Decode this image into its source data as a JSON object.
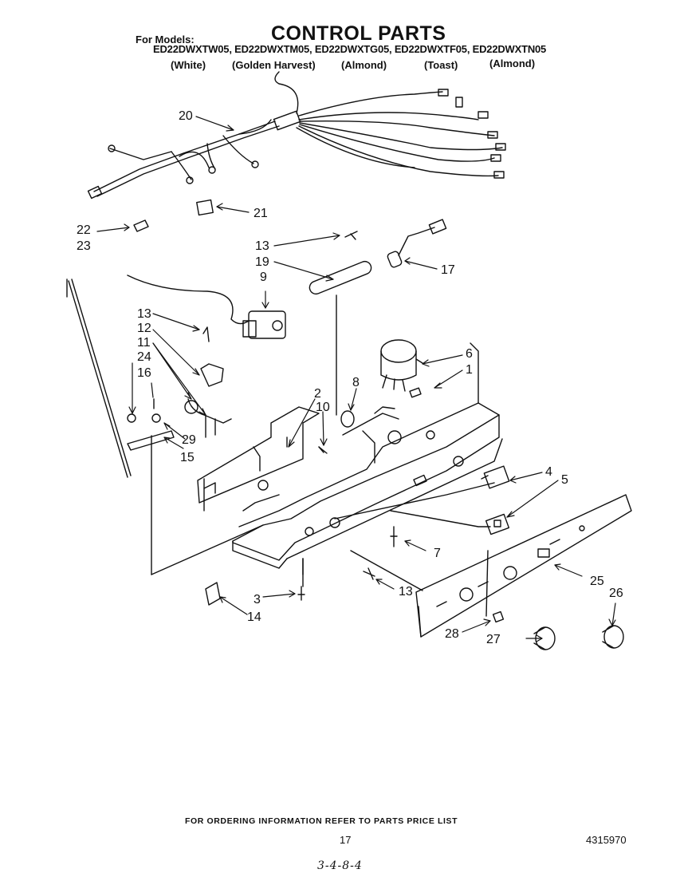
{
  "title": "CONTROL PARTS",
  "for_models_label": "For Models:",
  "models_line": "ED22DWXTW05, ED22DWXTM05, ED22DWXTG05, ED22DWXTF05, ED22DWXTN05",
  "colors": [
    "(White)",
    "(Golden Harvest)",
    "(Almond)",
    "(Toast)",
    "(Almond)"
  ],
  "callouts": [
    "1",
    "2",
    "3",
    "4",
    "5",
    "6",
    "7",
    "8",
    "9",
    "10",
    "11",
    "12",
    "13",
    "13",
    "13",
    "13",
    "14",
    "15",
    "16",
    "17",
    "19",
    "20",
    "21",
    "22",
    "23",
    "24",
    "25",
    "26",
    "27",
    "28",
    "29"
  ],
  "footer": {
    "ordering": "FOR ORDERING INFORMATION REFER TO PARTS PRICE LIST",
    "page": "17",
    "code": "4315970",
    "handwritten": "3-4-8-4"
  }
}
